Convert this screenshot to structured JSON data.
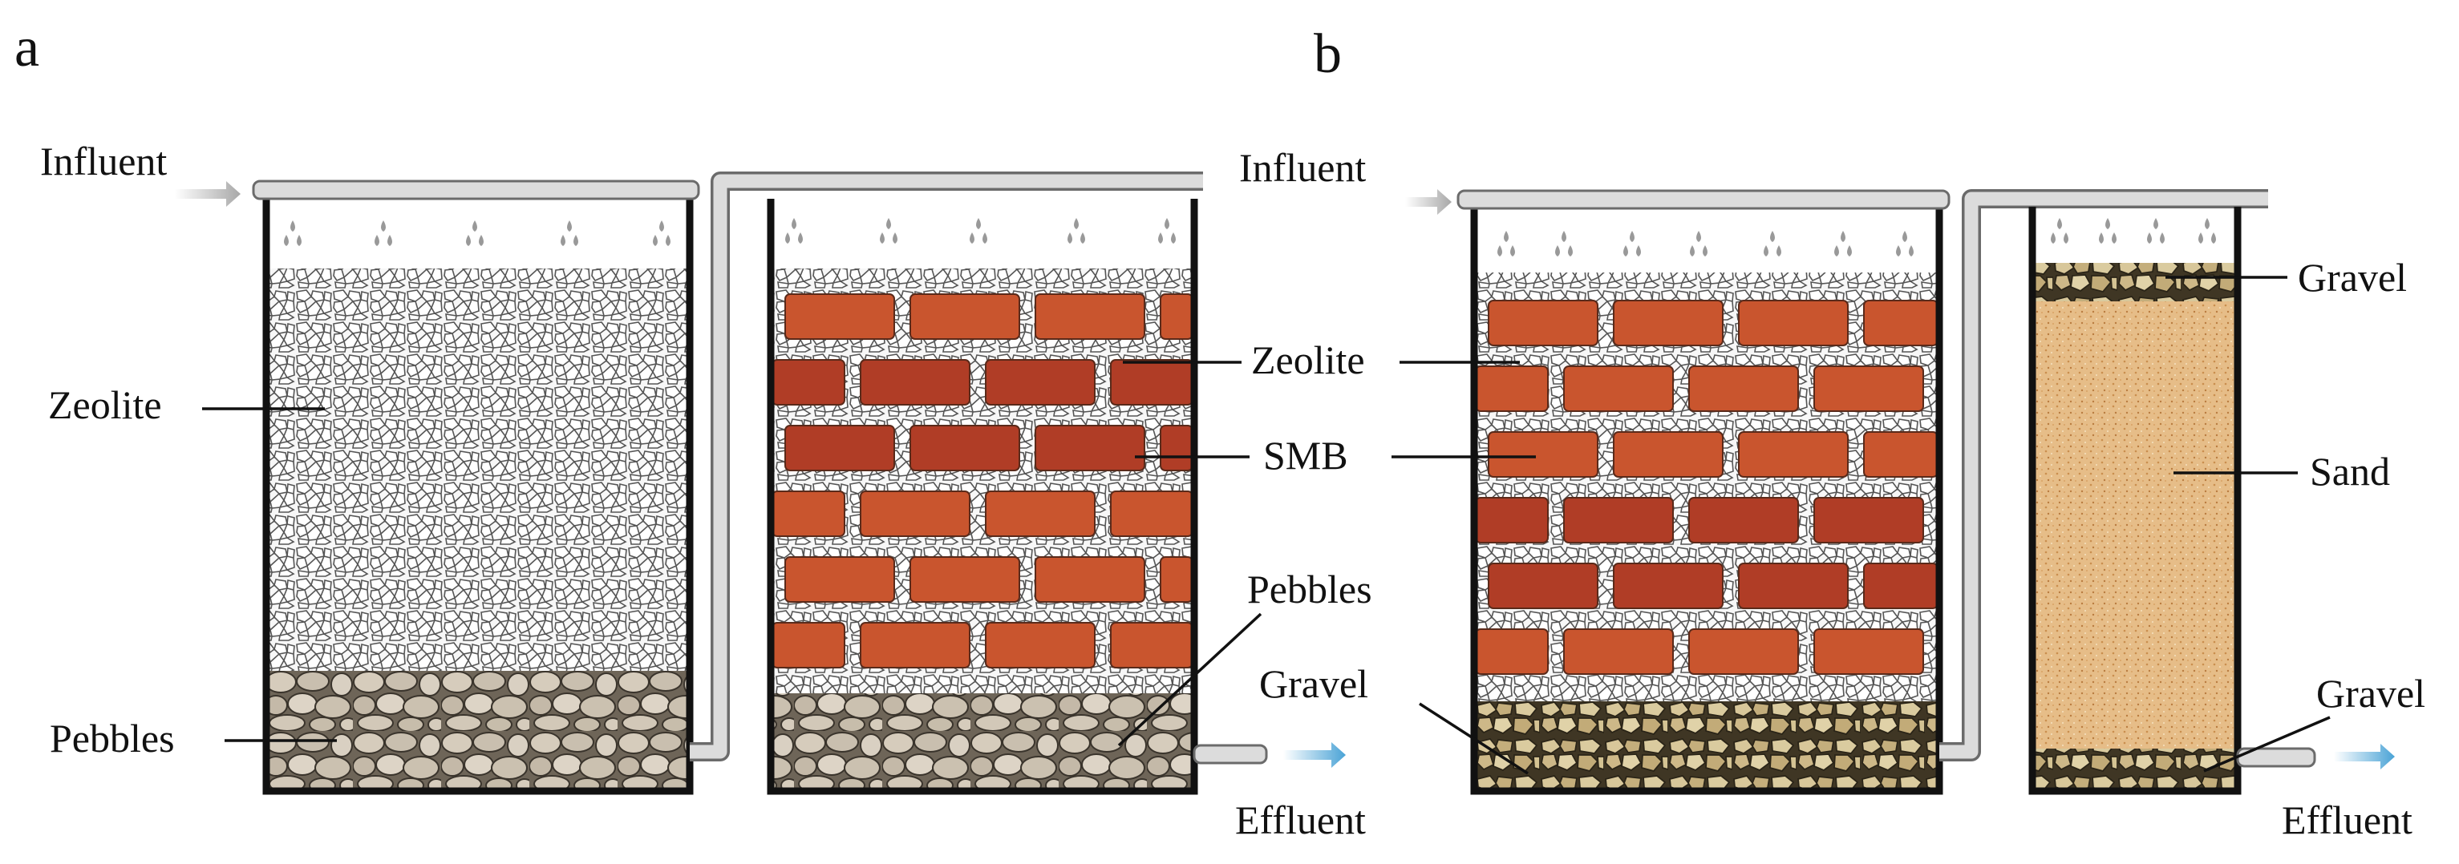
{
  "panels": {
    "a": {
      "letter": "a",
      "influent": "Influent",
      "effluent": "Effluent",
      "column1": {
        "zeolite": "Zeolite",
        "pebbles": "Pebbles"
      },
      "column2": {
        "zeolite": "Zeolite",
        "smb": "SMB",
        "pebbles": "Pebbles"
      }
    },
    "b": {
      "letter": "b",
      "influent": "Influent",
      "effluent": "Effluent",
      "column1": {
        "gravel": "Gravel"
      },
      "column2": {
        "gravel_top": "Gravel",
        "sand": "Sand",
        "gravel_bottom": "Gravel"
      }
    }
  },
  "colors": {
    "outline": "#111111",
    "pipe": "#d9d9d9",
    "arrow_in": "#a8a8a8",
    "arrow_out": "#4aa3d6",
    "brick": "#c9552e",
    "brick_dark": "#b03d26",
    "zeolite_bg": "#f5f5f5",
    "pebble": "#bdb3a3",
    "gravel_b": "#c8b283",
    "sand": "#e0b47c",
    "drop": "#999999"
  }
}
